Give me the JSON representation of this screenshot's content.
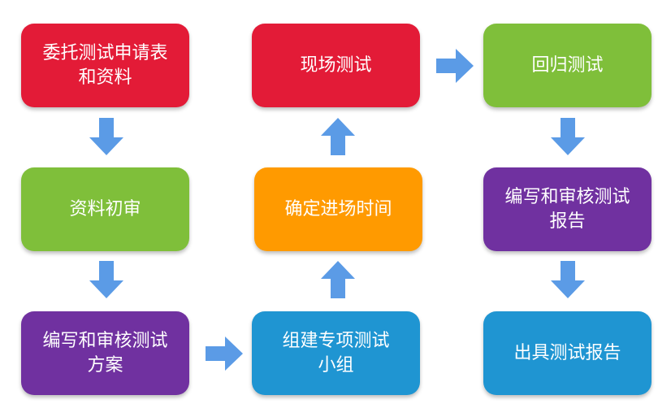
{
  "colors": {
    "red": "#e31b37",
    "green": "#7fbf3a",
    "purple": "#7031a0",
    "orange": "#ff9a00",
    "blue": "#1f95d2",
    "arrow": "#5b9be6"
  },
  "steps": {
    "commission": "委托测试申请表\n和资料",
    "initial_review": "资料初审",
    "plan": "编写和审核测试\n方案",
    "team": "组建专项测试\n小组",
    "schedule": "确定进场时间",
    "onsite": "现场测试",
    "regression": "回归测试",
    "report_write": "编写和审核测试\n报告",
    "report_issue": "出具测试报告"
  }
}
